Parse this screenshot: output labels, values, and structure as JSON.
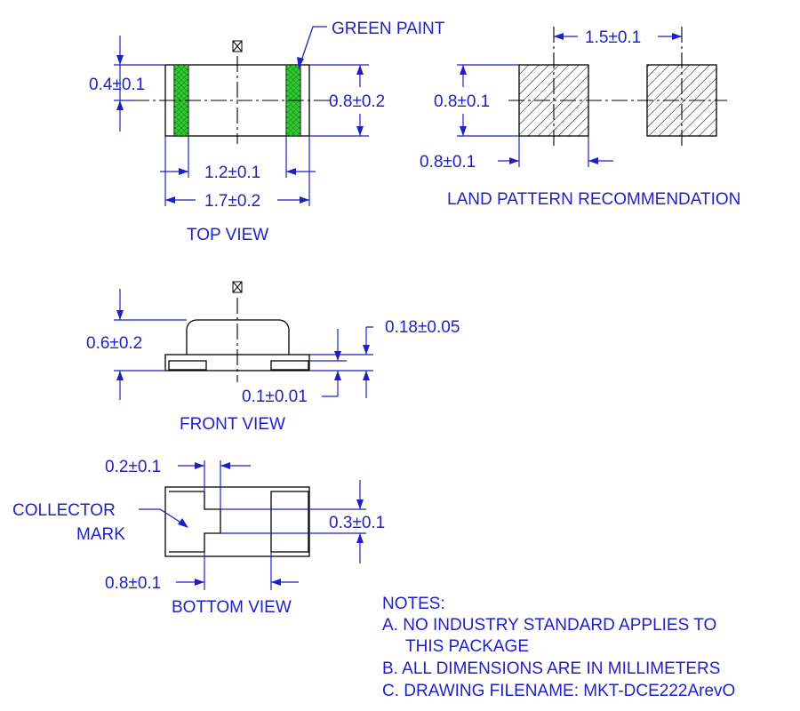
{
  "colors": {
    "annotation": "#1f1fc8",
    "outline": "#000000",
    "paint": "#33cc33",
    "hatch": "#000000"
  },
  "top_view": {
    "title": "TOP VIEW",
    "label_paint": "GREEN PAINT",
    "dim_thickness": "0.4±0.1",
    "dim_width": "0.8±0.2",
    "dim_inner": "1.2±0.1",
    "dim_length": "1.7±0.2"
  },
  "land_pattern": {
    "title": "LAND PATTERN RECOMMENDATION",
    "dim_pitch": "1.5±0.1",
    "dim_height": "0.8±0.1",
    "dim_width": "0.8±0.1"
  },
  "front_view": {
    "title": "FRONT VIEW",
    "dim_height": "0.6±0.2",
    "dim_lead": "0.18±0.05",
    "dim_base": "0.1±0.01"
  },
  "bottom_view": {
    "title": "BOTTOM VIEW",
    "label_mark_line1": "COLLECTOR",
    "label_mark_line2": "MARK",
    "dim_notch": "0.2±0.1",
    "dim_pad_gap": "0.3±0.1",
    "dim_pad": "0.8±0.1"
  },
  "notes": {
    "heading": "NOTES:",
    "a_line1": "A. NO INDUSTRY STANDARD APPLIES TO",
    "a_line2": "THIS PACKAGE",
    "b": "B. ALL DIMENSIONS ARE IN MILLIMETERS",
    "c": "C. DRAWING FILENAME: MKT-DCE222ArevO"
  }
}
